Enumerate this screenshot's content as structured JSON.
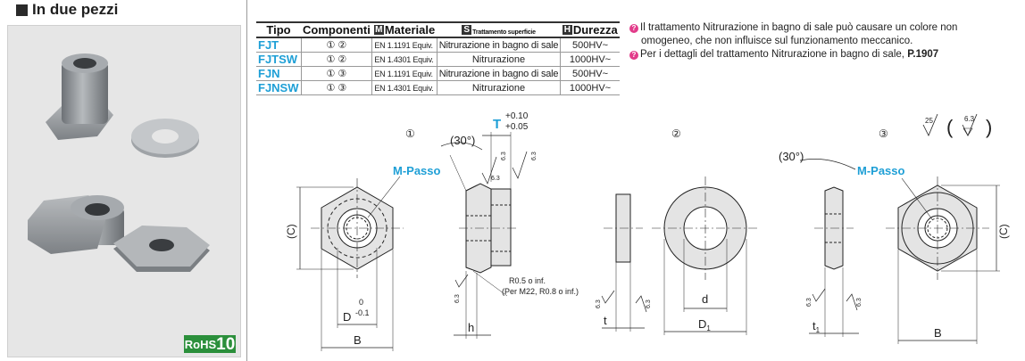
{
  "section_title": "In due pezzi",
  "rohs": {
    "label": "RoHS",
    "value": "10"
  },
  "table": {
    "headers": {
      "tipo": "Tipo",
      "componenti": "Componenti",
      "materiale": "Materiale",
      "trattamento": "Trattamento superficie",
      "durezza": "Durezza"
    },
    "header_badges": {
      "materiale": "M",
      "trattamento": "S",
      "durezza": "H"
    },
    "rows": [
      {
        "tipo": "FJT",
        "componenti": "① ②",
        "materiale": "EN 1.1191 Equiv.",
        "trattamento": "Nitrurazione in bagno di sale",
        "durezza": "500HV~"
      },
      {
        "tipo": "FJTSW",
        "componenti": "① ②",
        "materiale": "EN 1.4301 Equiv.",
        "trattamento": "Nitrurazione",
        "durezza": "1000HV~"
      },
      {
        "tipo": "FJN",
        "componenti": "① ③",
        "materiale": "EN 1.1191 Equiv.",
        "trattamento": "Nitrurazione in bagno di sale",
        "durezza": "500HV~"
      },
      {
        "tipo": "FJNSW",
        "componenti": "① ③",
        "materiale": "EN 1.4301 Equiv.",
        "trattamento": "Nitrurazione",
        "durezza": "1000HV~"
      }
    ]
  },
  "notes": {
    "line1a": "Il trattamento Nitrurazione in bagno di sale può causare un colore non",
    "line1b": "omogeneo, che non influisce sul funzionamento meccanico.",
    "line2": "Per i dettagli del trattamento Nitrurazione in bagno di sale,",
    "line2_page": "P.1907"
  },
  "drawing": {
    "part1": "①",
    "part2": "②",
    "part3": "③",
    "t_label": "T",
    "t_tol_upper": "+0.10",
    "t_tol_lower": "+0.05",
    "angle": "(30°)",
    "m_passo": "M-Passo",
    "c_label": "(C)",
    "d_label": "D",
    "d_tol_upper": "0",
    "d_tol_lower": "-0.1",
    "b_label": "B",
    "h_label": "h",
    "t_small": "t",
    "t1_label": "t",
    "t1_sub": "1",
    "d_small": "d",
    "d1_label": "D",
    "d1_sub": "1",
    "r_note1": "R0.5 o inf.",
    "r_note2": "(Per M22, R0.8 o inf.)",
    "rough63": "6.3",
    "rough25": "25",
    "paren_open": "(",
    "paren_close": ")"
  },
  "colors": {
    "accent_blue": "#1e9fd6",
    "rohs_green": "#2b8f3b",
    "note_pink": "#e23b8a"
  }
}
